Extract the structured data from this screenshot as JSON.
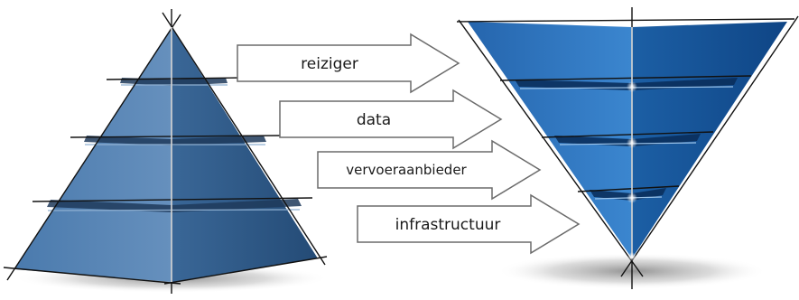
{
  "diagram": {
    "arrows": [
      {
        "id": "reiziger",
        "label": "reiziger"
      },
      {
        "id": "data",
        "label": "data"
      },
      {
        "id": "vervoeraanbieder",
        "label": "vervoeraanbieder"
      },
      {
        "id": "infrastructuur",
        "label": "infrastructuur"
      }
    ],
    "colors": {
      "pyramid_light": "#4f80b2",
      "pyramid_dark": "#2c5684",
      "inverted_light": "#2f78c0",
      "inverted_dark": "#135193",
      "arrow_fill": "#ffffff",
      "arrow_stroke": "#6b6b6b",
      "line": "#111111"
    }
  }
}
